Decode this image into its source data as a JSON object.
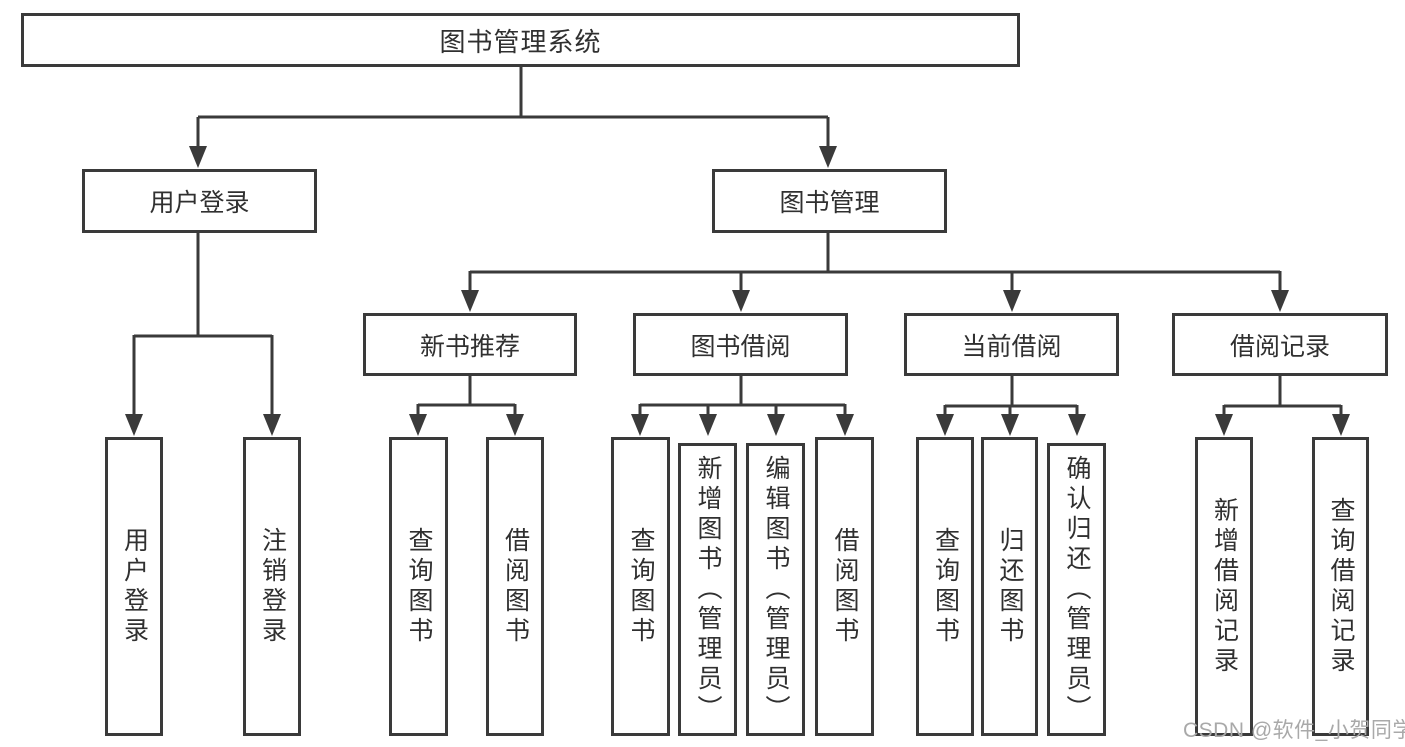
{
  "tree": {
    "label": "图书管理系统",
    "children": [
      {
        "label": "用户登录",
        "leaves": [
          "用户登录",
          "注销登录"
        ]
      },
      {
        "label": "图书管理",
        "children": [
          {
            "label": "新书推荐",
            "leaves": [
              "查询图书",
              "借阅图书"
            ]
          },
          {
            "label": "图书借阅",
            "leaves": [
              "查询图书",
              "新增图书（管理员）",
              "编辑图书（管理员）",
              "借阅图书"
            ]
          },
          {
            "label": "当前借阅",
            "leaves": [
              "查询图书",
              "归还图书",
              "确认归还（管理员）"
            ]
          },
          {
            "label": "借阅记录",
            "leaves": [
              "新增借阅记录",
              "查询借阅记录"
            ]
          }
        ]
      }
    ]
  },
  "watermark": {
    "text": "CSDN @软件_小贺同学"
  },
  "colors": {
    "line": "#3a3a3a",
    "text": "#303030",
    "watermark": "#a9a9a9",
    "bg": "#ffffff"
  }
}
